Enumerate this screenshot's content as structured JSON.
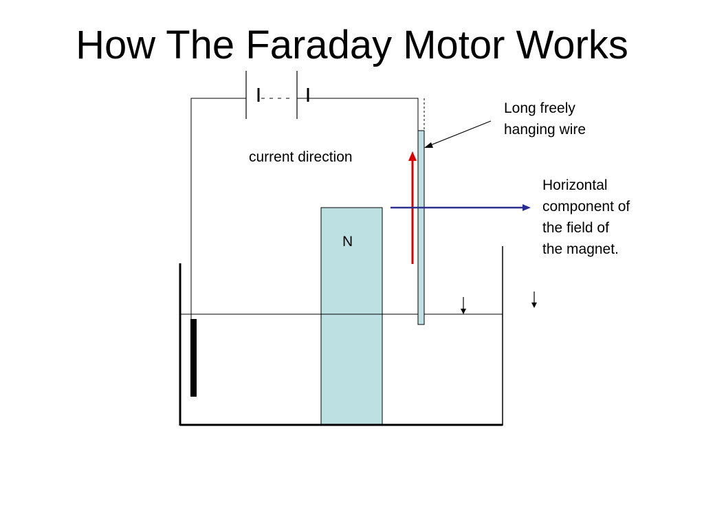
{
  "slide": {
    "title": "How The Faraday Motor Works"
  },
  "labels": {
    "wire_line1": "Long freely",
    "wire_line2": "hanging wire",
    "field_line1": "Horizontal",
    "field_line2": "component of",
    "field_line3": "the field of",
    "field_line4": "the magnet.",
    "current_direction": "current direction",
    "magnet_pole": "N"
  },
  "colors": {
    "magnet_fill": "#bde0e3",
    "current_arrow": "#e00000",
    "field_arrow": "#2a2f8f",
    "wire_fill": "#bde0e3"
  }
}
